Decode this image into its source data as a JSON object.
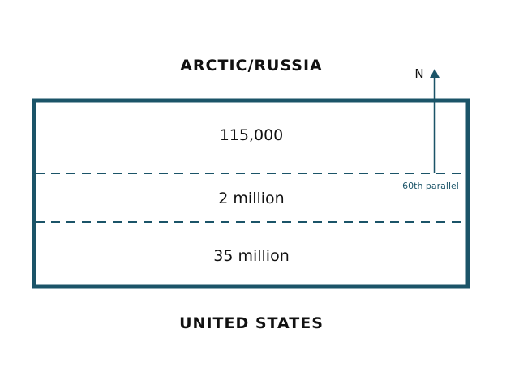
{
  "labels": {
    "north_region": "ARCTIC/RUSSIA",
    "south_region": "UNITED STATES",
    "compass": "N",
    "parallel": "60th parallel"
  },
  "bands": [
    {
      "value": "115,000"
    },
    {
      "value": "2 million"
    },
    {
      "value": "35 million"
    }
  ],
  "colors": {
    "frame": "#1b5468",
    "dashes": "#1b5468",
    "arrow": "#1b5468",
    "parallel_text": "#1b5468",
    "text": "#111111"
  }
}
